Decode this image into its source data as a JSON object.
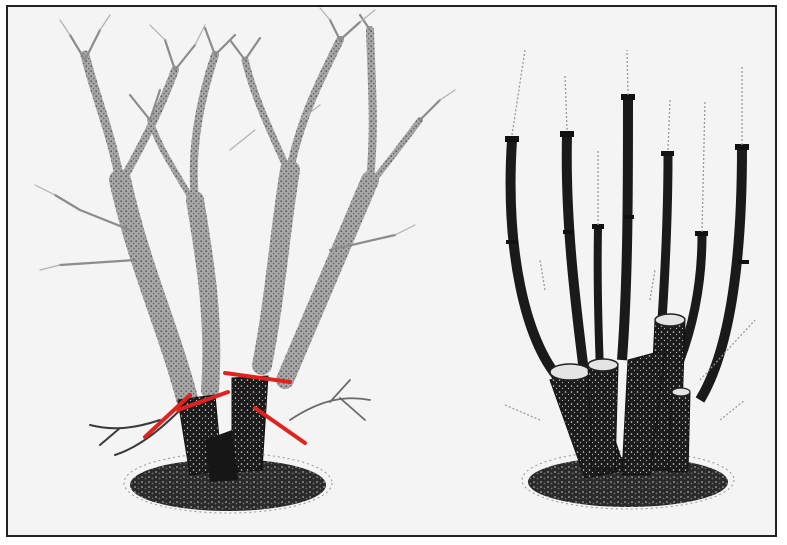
{
  "figure": {
    "caption": "",
    "colors": {
      "frame_border": "#222222",
      "background": "#f4f4f4",
      "old_wood": "#9a9a9a",
      "stump": "#1b1b1b",
      "cut_mark": "#e0231f",
      "ground": "#2a2a2a"
    },
    "panels": [
      {
        "id": "before",
        "cut_marks": 5
      },
      {
        "id": "after",
        "cut_marks": 0
      }
    ]
  }
}
